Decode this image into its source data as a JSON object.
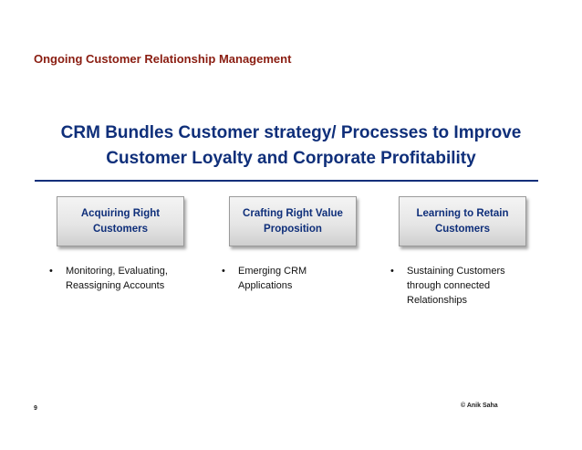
{
  "slide": {
    "section_title": "Ongoing Customer Relationship Management",
    "headline": {
      "line1": "CRM Bundles Customer strategy/ Processes to Improve",
      "line2": "Customer Loyalty and Corporate Profitability"
    },
    "boxes": [
      {
        "line1": "Acquiring Right",
        "line2": "Customers"
      },
      {
        "line1": "Crafting Right Value",
        "line2": "Proposition"
      },
      {
        "line1": "Learning to Retain",
        "line2": "Customers"
      }
    ],
    "bullets": [
      {
        "symbol": "•",
        "lines": [
          "Monitoring, Evaluating,",
          "Reassigning Accounts"
        ]
      },
      {
        "symbol": "•",
        "lines": [
          "Emerging CRM",
          "Applications"
        ]
      },
      {
        "symbol": "•",
        "lines": [
          "Sustaining Customers",
          "through connected",
          "Relationships"
        ]
      }
    ],
    "page_number": "9",
    "copyright": "© Anik Saha"
  },
  "colors": {
    "section_title": "#8a1d11",
    "headline": "#0f2f7a",
    "rule": "#0f2f7a",
    "box_text": "#0f2f7a"
  }
}
